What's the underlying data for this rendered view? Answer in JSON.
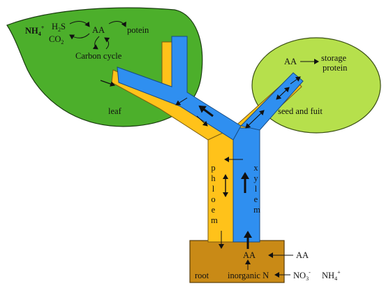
{
  "colors": {
    "leaf": "#4caf2b",
    "seed": "#b6e04c",
    "root": "#c98a16",
    "phloem": "#ffc21a",
    "xylem": "#2f8ff0",
    "arrow": "#111111"
  },
  "leaf": {
    "nh4": "NH",
    "nh4_sub": "4",
    "nh4_sup": "+",
    "h2s": "H",
    "h2s_sub": "2",
    "h2s_tail": "S",
    "co2": "CO",
    "co2_sub": "2",
    "aa": "AA",
    "protein": "potein",
    "carbon_cycle": "Carbon cycle",
    "name": "leaf"
  },
  "seed": {
    "aa": "AA",
    "storage": "storage",
    "protein": "protein",
    "name": "seed and fuit"
  },
  "stem": {
    "phloem": "phloem",
    "xylem": "xylem"
  },
  "root": {
    "name": "root",
    "aa": "AA",
    "inorganic": "inorganic N",
    "ext_aa": "AA",
    "no3": "NO",
    "no3_sub": "3",
    "no3_sup": "-",
    "nh4": "NH",
    "nh4_sub": "4",
    "nh4_sup": "+"
  }
}
